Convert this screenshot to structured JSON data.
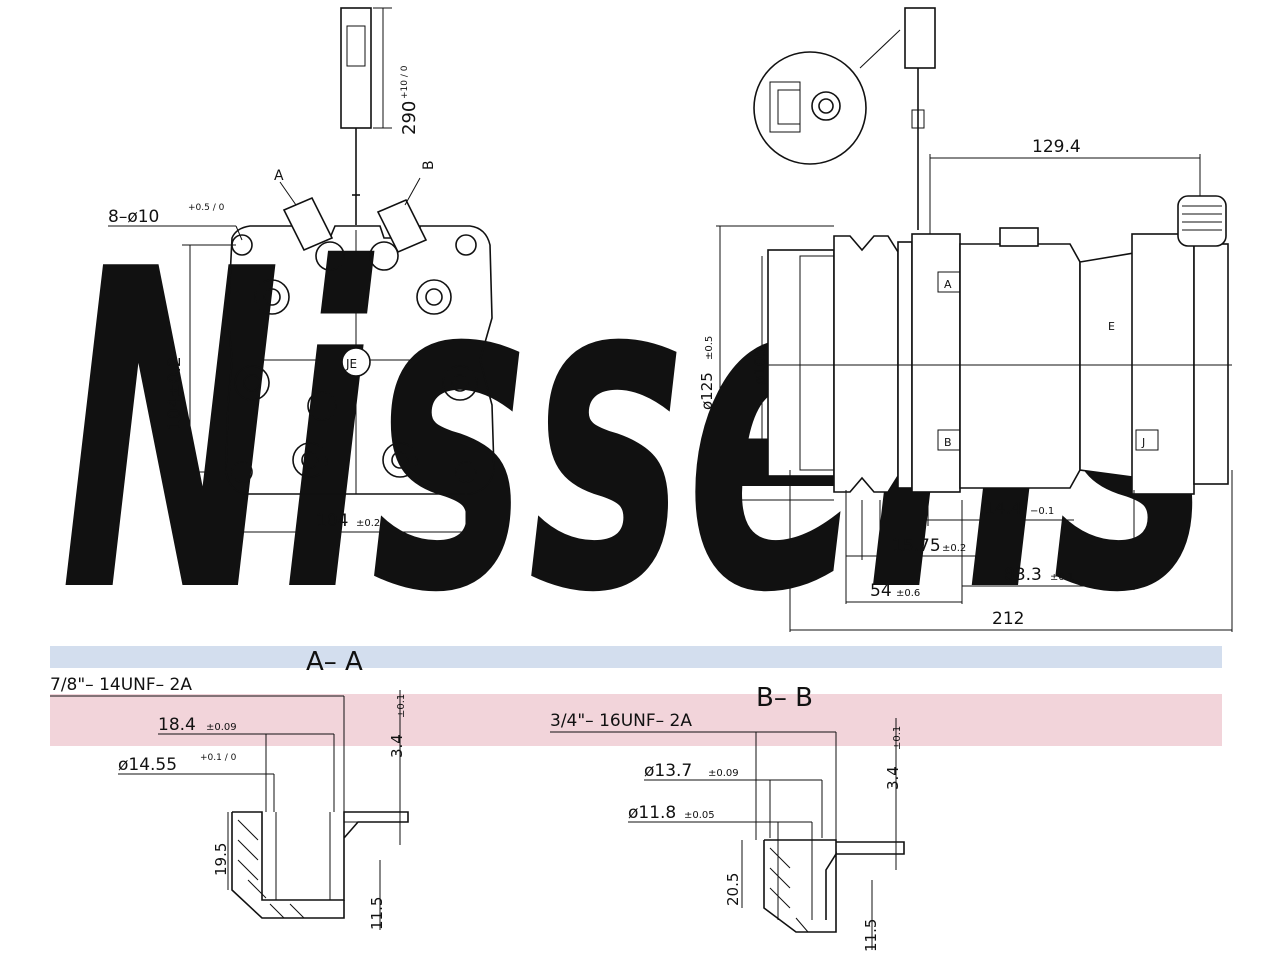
{
  "watermark": {
    "text": "Nissens",
    "registered_mark": "®",
    "color": "#c7d3e8",
    "band_blue": "#d3deee",
    "band_pink": "#f2d4da"
  },
  "front_view": {
    "port_a_label": "A",
    "port_b_label": "B",
    "center_mark": "JE",
    "bolt_holes_main": "8–ø10",
    "bolt_holes_tol": "+0.5 / 0",
    "cable_length_main": "290",
    "cable_length_tol": "+10 / 0",
    "height_dim": "104±0.2",
    "width_dim_main": "104",
    "width_dim_tol": "±0.2"
  },
  "side_view": {
    "length_top": "129.4",
    "dia_outer_main": "ø125",
    "dia_outer_tol": "±0.5",
    "dia_inner": "ø105",
    "label_a": "A",
    "label_b": "B",
    "label_j": "J",
    "label_e": "E",
    "dim_14_main": "14.4",
    "dim_14_tol": "−0.1",
    "dim_15_main": "15.75",
    "dim_15_tol": "±0.2",
    "dim_83_main": "83.3",
    "dim_83_tol": "±0.1",
    "dim_54_main": "54",
    "dim_54_tol": "±0.6",
    "dim_212": "212"
  },
  "section_aa": {
    "title": "A– A",
    "thread": "7/8\"– 14UNF– 2A",
    "d1_main": "18.4",
    "d1_tol": "±0.09",
    "d2_main": "ø14.55",
    "d2_tol": "+0.1 / 0",
    "depth_top_main": "3.4",
    "depth_top_tol": "±0.1",
    "depth_left": "19.5",
    "depth_bottom": "11.5"
  },
  "section_bb": {
    "title": "B– B",
    "thread": "3/4\"– 16UNF– 2A",
    "d1_main": "ø13.7",
    "d1_tol": "±0.09",
    "d2_main": "ø11.8",
    "d2_tol": "±0.05",
    "depth_top_main": "3.4",
    "depth_top_tol": "±0.1",
    "depth_left": "20.5",
    "depth_bottom": "11.5"
  }
}
